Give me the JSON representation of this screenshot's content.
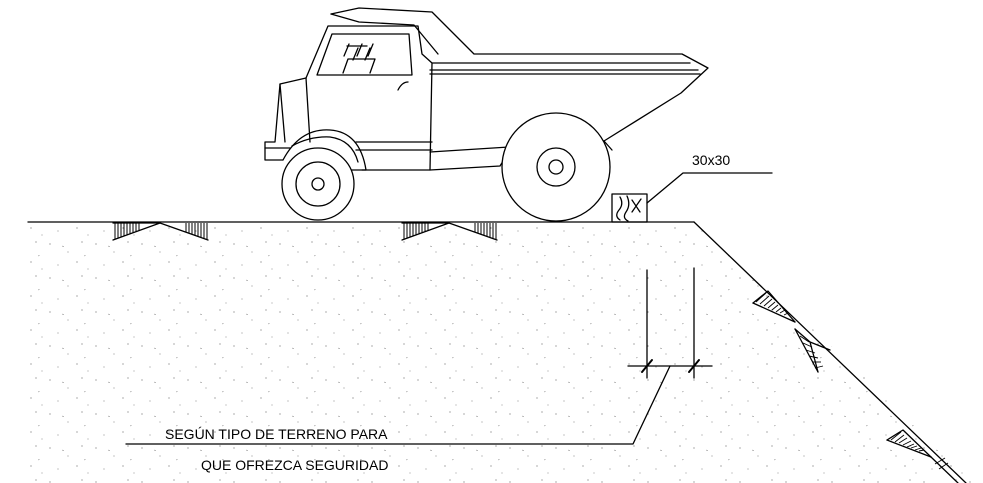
{
  "labels": {
    "block_size": "30x30",
    "note_line_1": "SEGÚN TIPO DE TERRENO PARA",
    "note_line_2": "QUE OFREZCA SEGURIDAD"
  },
  "icons": {
    "vehicle": "dump-truck-icon",
    "block": "wheel-stop-block-icon"
  },
  "colors": {
    "ink": "#000000",
    "paper": "#ffffff"
  }
}
